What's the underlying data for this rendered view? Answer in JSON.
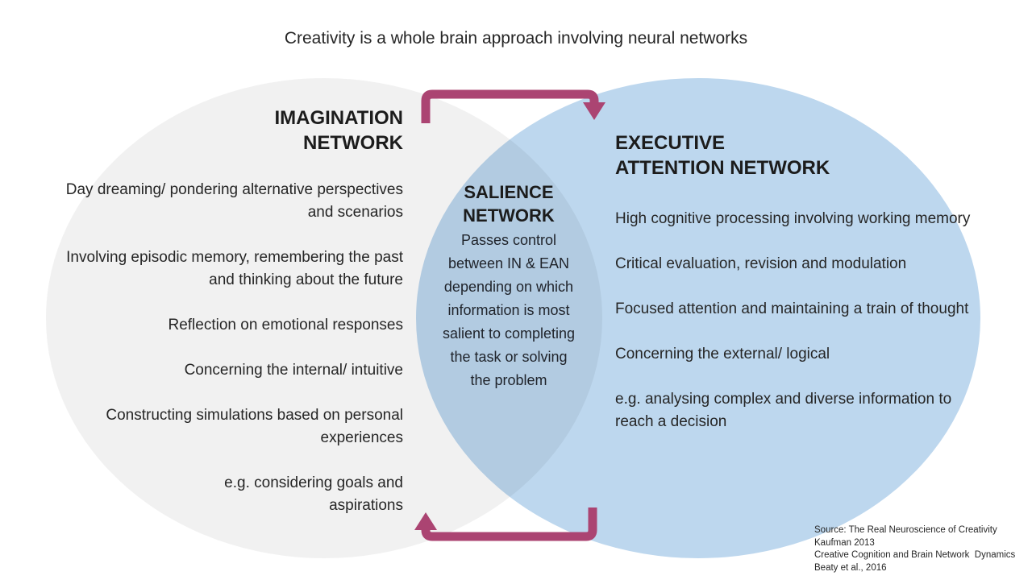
{
  "title": "Creativity is a whole brain approach involving neural networks",
  "colors": {
    "imagination_fill": "#f1f1f1",
    "executive_fill": "#bdd7ee",
    "arrow": "#ab4472",
    "text": "#262626"
  },
  "imagination": {
    "heading_lines": [
      "IMAGINATION",
      "NETWORK"
    ],
    "items": [
      "Day dreaming/ pondering alternative perspectives and scenarios",
      "Involving episodic memory, remembering the past and thinking about the future",
      "Reflection on emotional responses",
      "Concerning the internal/ intuitive",
      "Constructing simulations based on personal experiences",
      "e.g. considering goals and aspirations"
    ]
  },
  "salience": {
    "heading_lines": [
      "SALIENCE",
      "NETWORK"
    ],
    "body": "Passes control between IN & EAN depending on which information is most salient to completing the task or solving the problem"
  },
  "executive": {
    "heading_lines": [
      "EXECUTIVE",
      "ATTENTION NETWORK"
    ],
    "items": [
      "High cognitive processing involving working memory",
      "Critical evaluation, revision and modulation",
      "Focused attention and maintaining a train of thought",
      "Concerning the external/ logical",
      "e.g. analysing complex and diverse information to reach a decision"
    ]
  },
  "source_lines": [
    "Source: The Real Neuroscience of Creativity",
    "Kaufman 2013",
    "Creative Cognition and Brain Network  Dynamics",
    "Beaty et al., 2016"
  ]
}
